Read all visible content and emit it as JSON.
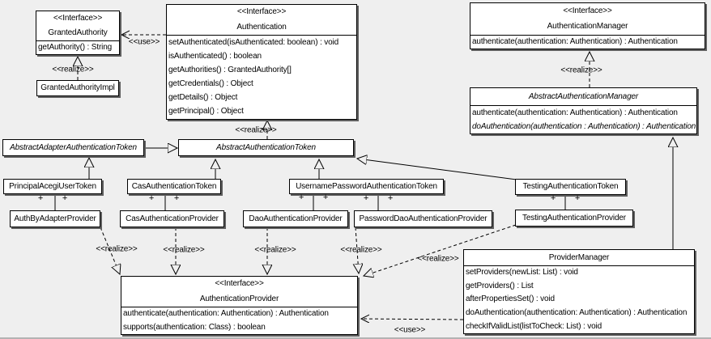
{
  "labels": {
    "realize": "<<realize>>",
    "use": "<<use>>"
  },
  "symbols": {
    "plus": "+"
  },
  "colors": {
    "background": "#efefef",
    "box_fill": "#ffffff",
    "line": "#000000",
    "shadow": "#5f5f5f"
  },
  "classes": {
    "granted_authority": {
      "stereotype": "<<Interface>>",
      "name": "GrantedAuthority",
      "methods": [
        "getAuthority() : String"
      ]
    },
    "granted_authority_impl": {
      "name": "GrantedAuthorityImpl"
    },
    "authentication": {
      "stereotype": "<<Interface>>",
      "name": "Authentication",
      "methods": [
        "setAuthenticated(isAuthenticated: boolean) : void",
        "isAuthenticated() : boolean",
        "getAuthorities() : GrantedAuthority[]",
        "getCredentials() : Object",
        "getDetails() : Object",
        "getPrincipal() : Object"
      ]
    },
    "authentication_manager": {
      "stereotype": "<<Interface>>",
      "name": "AuthenticationManager",
      "methods": [
        "authenticate(authentication: Authentication) : Authentication"
      ]
    },
    "abstract_authentication_manager": {
      "name": "AbstractAuthenticationManager",
      "methods": [
        "authenticate(authentication: Authentication) : Authentication",
        {
          "text": "doAuthentication(authentication : Authentication) : Authentication",
          "italic": true
        }
      ]
    },
    "abstract_adapter_authentication_token": {
      "name": "AbstractAdapterAuthenticationToken"
    },
    "abstract_authentication_token": {
      "name": "AbstractAuthenticationToken"
    },
    "principal_acegi_user_token": {
      "name": "PrincipalAcegiUserToken"
    },
    "cas_authentication_token": {
      "name": "CasAuthenticationToken"
    },
    "username_password_authentication_token": {
      "name": "UsernamePasswordAuthenticationToken"
    },
    "testing_authentication_token": {
      "name": "TestingAuthenticationToken"
    },
    "auth_by_adapter_provider": {
      "name": "AuthByAdapterProvider"
    },
    "cas_authentication_provider": {
      "name": "CasAuthenticationProvider"
    },
    "dao_authentication_provider": {
      "name": "DaoAuthenticationProvider"
    },
    "password_dao_authentication_provider": {
      "name": "PasswordDaoAuthenticationProvider"
    },
    "testing_authentication_provider": {
      "name": "TestingAuthenticationProvider"
    },
    "authentication_provider": {
      "stereotype": "<<Interface>>",
      "name": "AuthenticationProvider",
      "methods": [
        "authenticate(authentication: Authentication) : Authentication",
        "supports(authentication: Class) : boolean"
      ]
    },
    "provider_manager": {
      "name": "ProviderManager",
      "methods": [
        "setProviders(newList: List) : void",
        "getProviders() : List",
        "afterPropertiesSet() : void",
        "doAuthentication(authentication: Authentication) : Authentication",
        "checkIfValidList(listToCheck: List) : void"
      ]
    }
  }
}
